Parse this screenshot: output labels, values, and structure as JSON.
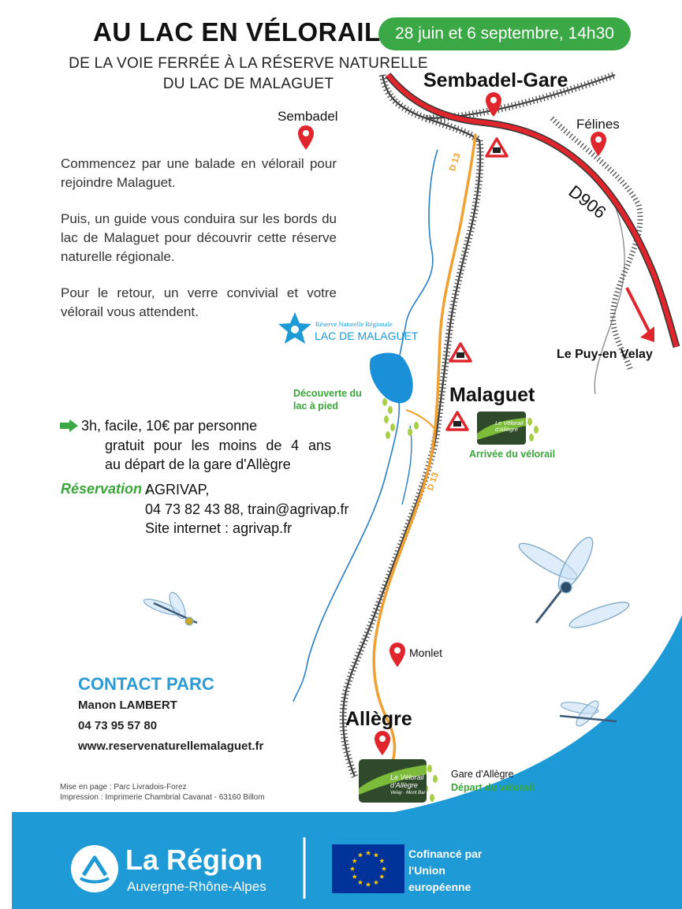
{
  "header": {
    "title": "AU LAC EN VÉLORAIL",
    "date": "28 juin et 6 septembre, 14h30",
    "subtitle_line1": "DE LA VOIE FERRÉE À LA RÉSERVE NATURELLE",
    "subtitle_line2": "DU LAC DE MALAGUET"
  },
  "intro": {
    "p1": "Commencez par une balade en vélorail pour rejoindre Malaguet.",
    "p2": "Puis, un guide vous conduira sur les bords du lac de Malaguet pour découvrir cette réserve naturelle régionale.",
    "p3": "Pour le retour, un verre convivial et votre vélorail vous attendent."
  },
  "map": {
    "places": {
      "sembadel": "Sembadel",
      "sembadel_gare": "Sembadel-Gare",
      "felines": "Félines",
      "road_d906": "D906",
      "road_d13_top": "D 13",
      "road_d13_mid": "D 13",
      "le_puy": "Le Puy-en Velay",
      "malaguet": "Malaguet",
      "monlet": "Monlet",
      "allegre": "Allègre"
    },
    "reserve_logo": {
      "line1": "Réserve Naturelle Régionale",
      "line2": "LAC DE MALAGUET"
    },
    "decouverte": {
      "line1": "Découverte du",
      "line2": "lac à pied"
    },
    "arrivee": "Arrivée du vélorail",
    "gare_allegre": "Gare d'Allègre",
    "depart": "Départ du vélorail",
    "velorail_logo": {
      "line1": "Le Vélorail",
      "line2": "d'Allègre",
      "line3": "Velay · Mont Bar"
    }
  },
  "info": {
    "line1": "3h, facile, 10€ par personne",
    "line2": "gratuit pour les moins de 4 ans",
    "line3": "au départ de la gare d'Allègre",
    "resa_label": "Réservation :",
    "resa_org": "AGRIVAP,",
    "resa_contact": "04 73 82 43 88, train@agrivap.fr",
    "resa_site": "Site internet : agrivap.fr"
  },
  "contact": {
    "title": "CONTACT PARC",
    "name": "Manon LAMBERT",
    "phone": "04 73 95 57 80",
    "web": "www.reservenaturellemalaguet.fr"
  },
  "credits": {
    "line1": "Mise en page : Parc Livradois-Forez",
    "line2": "Impression : Imprimerie Chambrial Cavanat - 63160 Billom"
  },
  "footer": {
    "region_name": "La Région",
    "region_sub": "Auvergne-Rhône-Alpes",
    "eu_line1": "Cofinancé par",
    "eu_line2": "l'Union",
    "eu_line3": "européenne"
  },
  "colors": {
    "accent_green": "#39a845",
    "footer_blue": "#1e9ad6",
    "road_red": "#e0262c",
    "road_orange": "#f0a030",
    "lake_blue": "#1a90d8",
    "contact_blue": "#2a9bd4"
  }
}
